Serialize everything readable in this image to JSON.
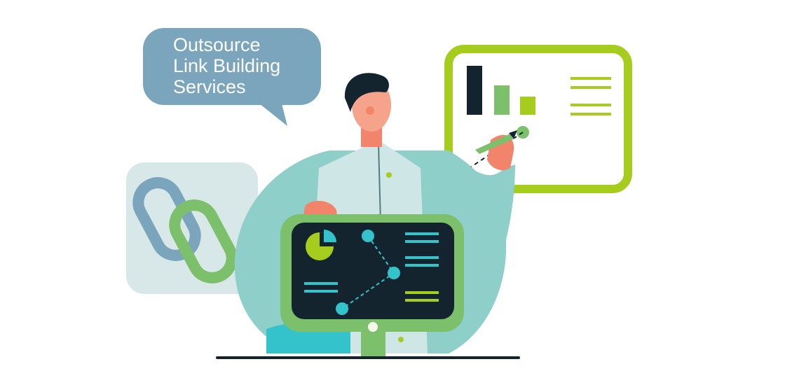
{
  "bubble": {
    "lines": [
      "Outsource",
      "Link Building",
      "Services"
    ]
  },
  "colors": {
    "bubble": "#7ba5bd",
    "board_border": "#a6cc1d",
    "dark": "#14242f",
    "green": "#7cc06c",
    "lime": "#a6cc1d",
    "teal": "#35c3cb",
    "shirt": "#8fcfca",
    "skin": "#f1846b",
    "link_panel": "#d8e7e8",
    "link_blue": "#7ba5bd"
  },
  "icons": [
    "chain-link-icon",
    "pie-chart-icon",
    "bar-chart-icon"
  ]
}
